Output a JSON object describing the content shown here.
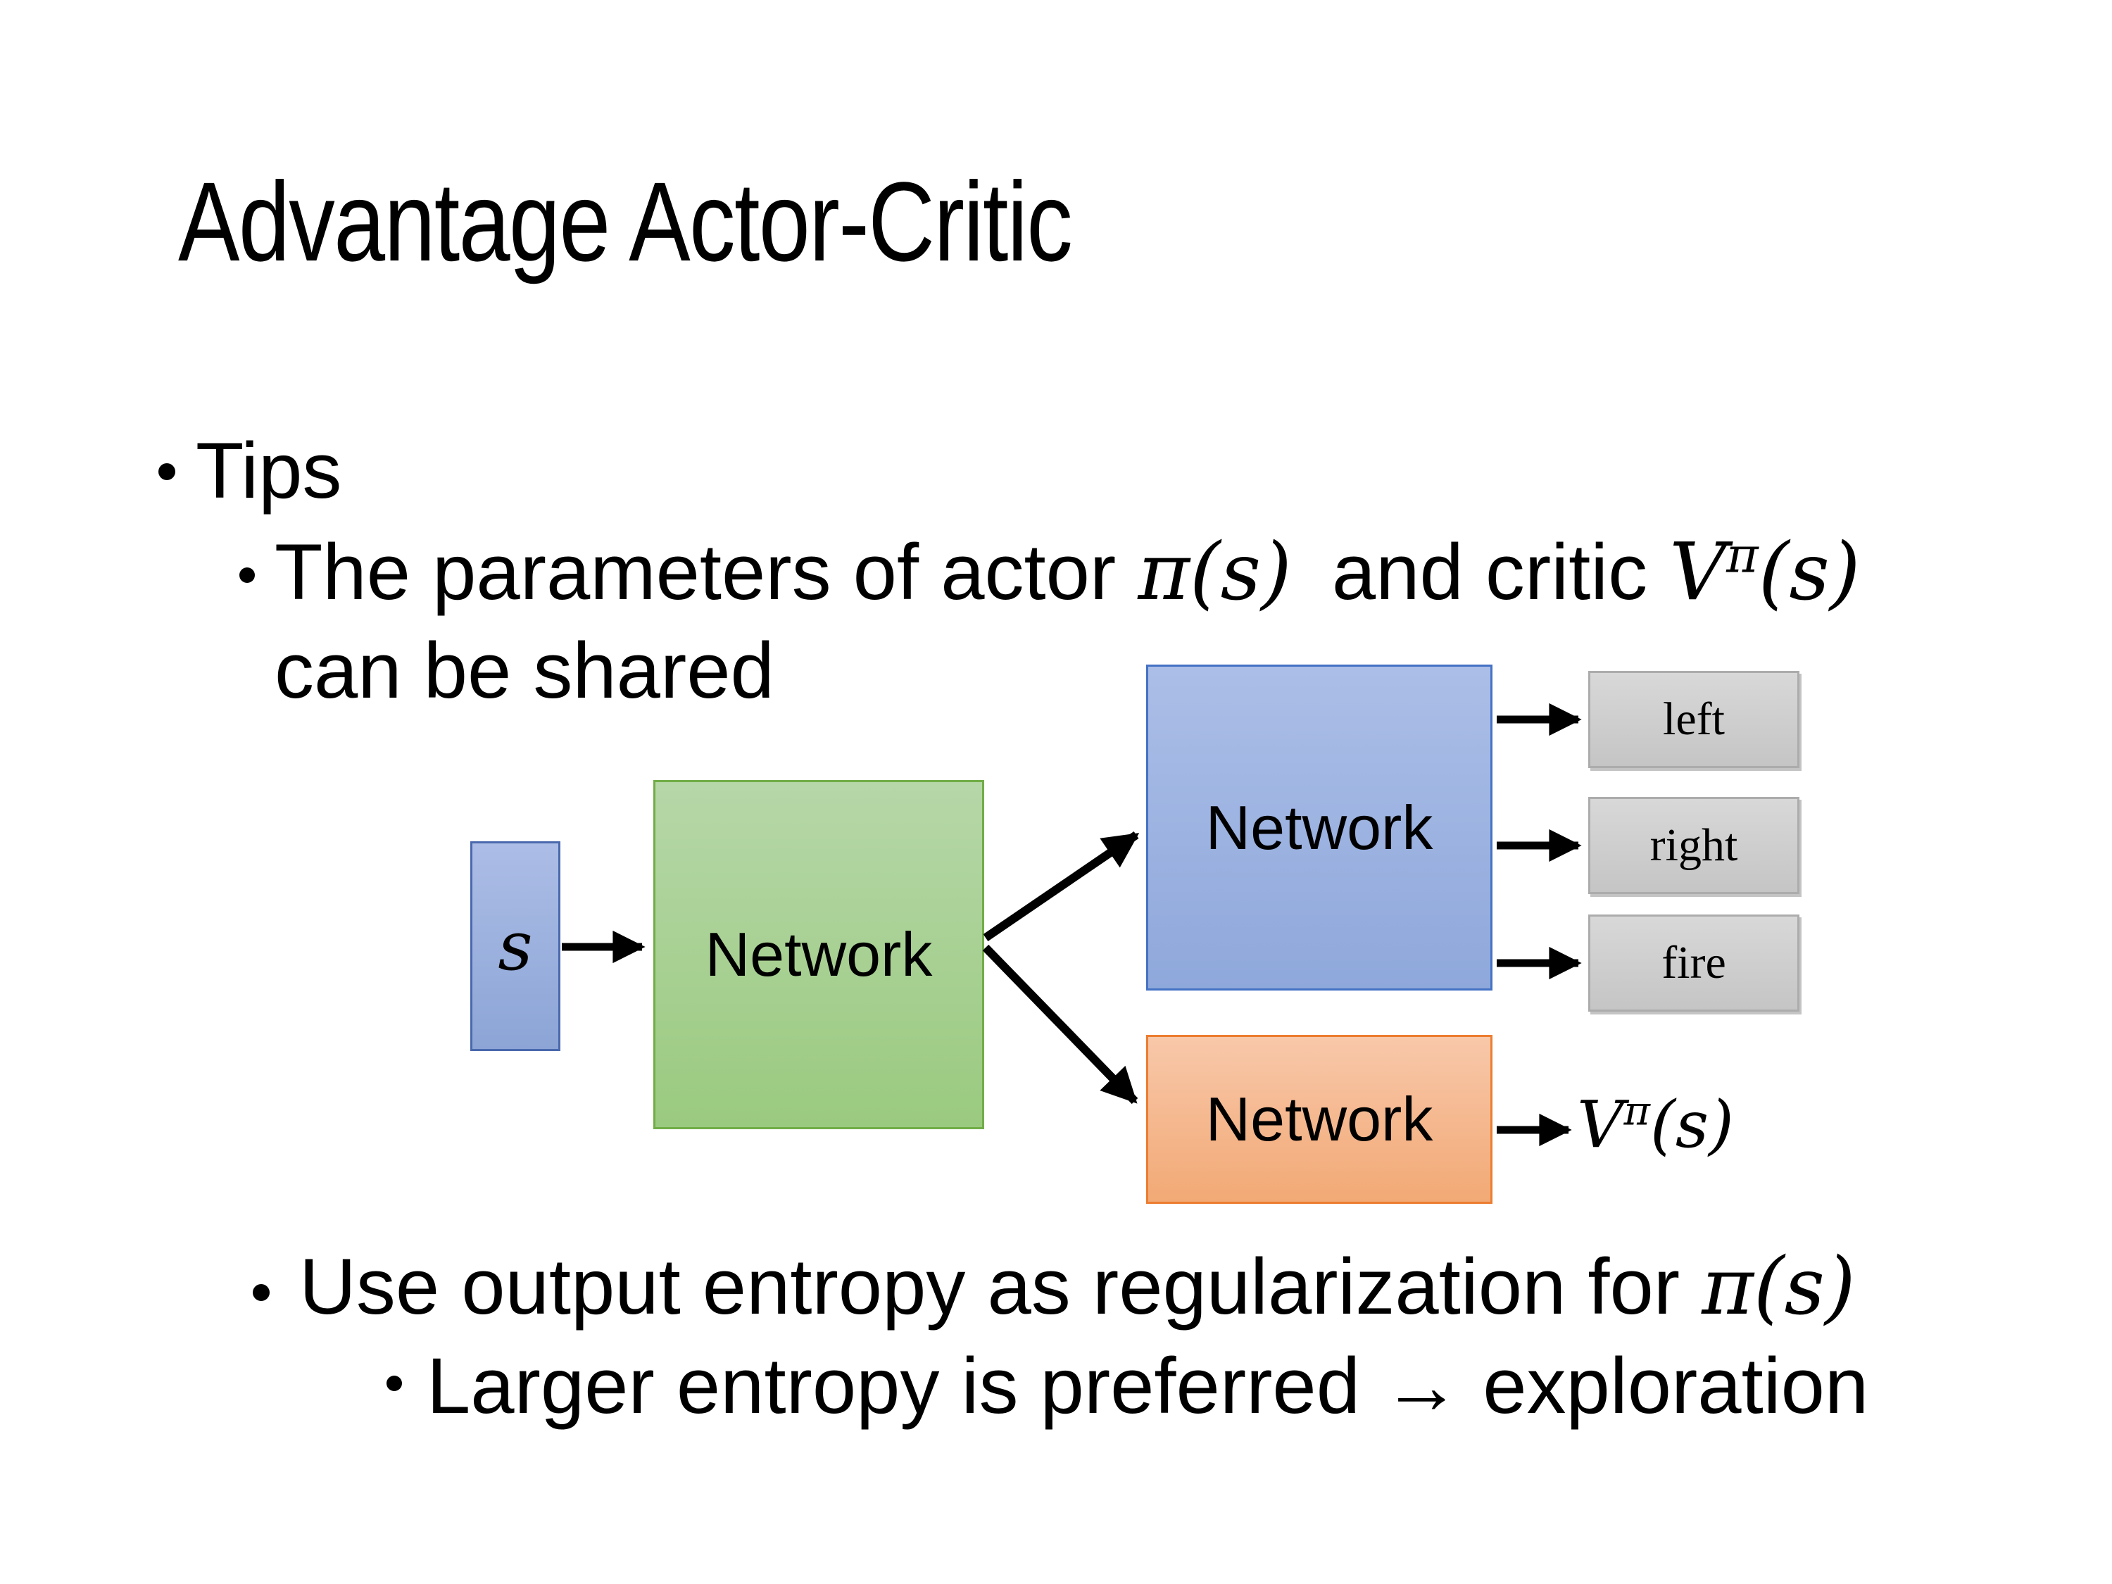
{
  "slide": {
    "title": "Advantage Actor-Critic",
    "bullets": {
      "tips": "Tips",
      "sub1_pre": "The parameters of actor ",
      "sub1_math_pi": "π(s)",
      "sub1_mid": " and critic ",
      "sub1_v": "V",
      "sub1_v_sup": "π",
      "sub1_v_args": "(s)",
      "sub1_line2": "can be shared",
      "sub2_pre": "Use output entropy as regularization for ",
      "sub2_math_pi": "π(s)",
      "sub3": "Larger entropy is preferred → exploration"
    },
    "diagram": {
      "input_label": "s",
      "shared_network_label": "Network",
      "actor_network_label": "Network",
      "critic_network_label": "Network",
      "actions": [
        "left",
        "right",
        "fire"
      ],
      "critic_output_v": "V",
      "critic_output_sup": "π",
      "critic_output_args": "(s)",
      "colors": {
        "input_fill": "#9CB1DE",
        "input_border": "#4A69AD",
        "shared_fill": "#A9D18E",
        "shared_border": "#71AD47",
        "actor_fill": "#9DB3E1",
        "actor_border": "#4472C4",
        "critic_fill": "#F5B98F",
        "critic_border": "#EC7D31",
        "action_fill": "#CDCDCD",
        "action_border": "#ACACAC",
        "arrow": "#000000",
        "text": "#000000",
        "background": "#FFFFFF"
      }
    }
  }
}
